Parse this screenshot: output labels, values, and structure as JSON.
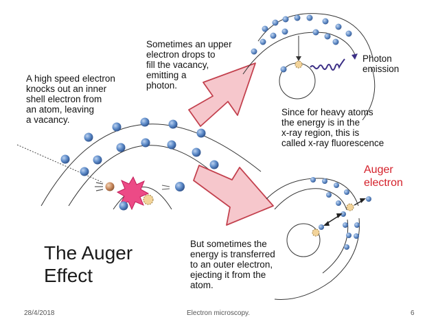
{
  "title": "The Auger\nEffect",
  "annotations": {
    "knock_out": "A high speed electron\nknocks out an inner\nshell electron from\nan atom, leaving\na vacancy.",
    "drop": "Sometimes an upper\nelectron drops to\nfill the vacancy,\nemitting a\nphoton.",
    "photon_emission": "Photon\nemission",
    "xray": "Since for heavy atoms\nthe energy is in the\nx-ray region, this is\ncalled x-ray fluorescence",
    "auger_electron": "Auger\nelectron",
    "transfer": "But sometimes the\nenergy is transferred\nto an outer electron,\nejecting it from the\natom."
  },
  "footer": {
    "date": "28/4/2018",
    "center": "Electron microscopy.",
    "page": "6"
  },
  "colors": {
    "electron": "#4a78b8",
    "vacancy": "#f3d49a",
    "arrow": "#f6c7cc",
    "arrow_stroke": "#c3414e",
    "auger": "#d4202a",
    "photon": "#3c2f86",
    "flash": "#e8326a"
  },
  "icons": [
    "electron-icon",
    "vacancy-icon",
    "photon-wave-icon",
    "flash-icon",
    "incoming-electron-icon"
  ]
}
